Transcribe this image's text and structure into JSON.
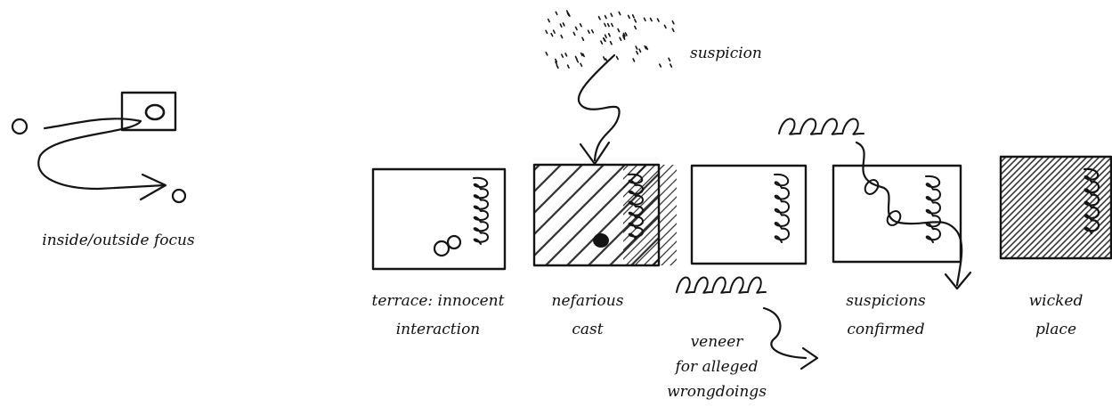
{
  "diagram": {
    "legend": {
      "caption": "inside/outside focus"
    },
    "annotations": {
      "suspicion": "suspicion"
    },
    "panels": [
      {
        "caption_lines": [
          "terrace: innocent",
          "interaction"
        ]
      },
      {
        "caption_lines": [
          "nefarious",
          "cast"
        ]
      },
      {
        "caption_lines": [
          "veneer",
          "for alleged",
          "wrongdoings"
        ]
      },
      {
        "caption_lines": [
          "suspicions",
          "confirmed"
        ]
      },
      {
        "caption_lines": [
          "wicked",
          "place"
        ]
      }
    ],
    "ink_color": "#141414",
    "paper_color": "#ffffff"
  }
}
